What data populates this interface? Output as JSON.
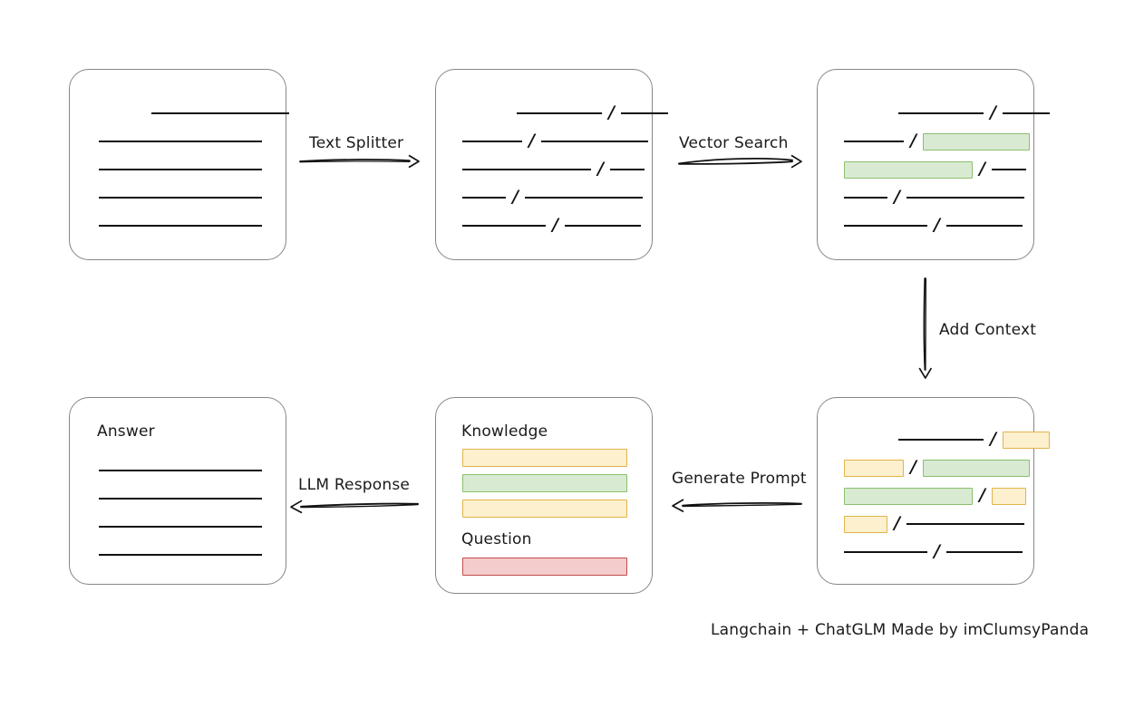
{
  "diagram": {
    "caption": "Langchain + ChatGLM Made by imClumsyPanda",
    "colors": {
      "box_border": "#868686",
      "line": "#111111",
      "green_fill": "#d9ead3",
      "green_border": "#8bbf6d",
      "yellow_fill": "#fdf0cf",
      "yellow_border": "#e0b44a",
      "red_fill": "#f4cccc",
      "red_border": "#c24c4c",
      "text": "#1a1a1a"
    },
    "arrows": [
      {
        "id": "text-splitter",
        "label": "Text Splitter",
        "direction": "right"
      },
      {
        "id": "vector-search",
        "label": "Vector Search",
        "direction": "right"
      },
      {
        "id": "add-context",
        "label": "Add Context",
        "direction": "down"
      },
      {
        "id": "generate-prompt",
        "label": "Generate Prompt",
        "direction": "left"
      },
      {
        "id": "llm-response",
        "label": "LLM Response",
        "direction": "left"
      }
    ],
    "boxes": {
      "source_document": {
        "id": "source-document",
        "rows": [
          {
            "segments": [
              {
                "type": "line",
                "indent": 58,
                "width": 152
              }
            ]
          },
          {
            "segments": [
              {
                "type": "line",
                "indent": 0,
                "width": 180
              }
            ]
          },
          {
            "segments": [
              {
                "type": "line",
                "indent": 0,
                "width": 180
              }
            ]
          },
          {
            "segments": [
              {
                "type": "line",
                "indent": 0,
                "width": 180
              }
            ]
          },
          {
            "segments": [
              {
                "type": "line",
                "indent": 0,
                "width": 180
              }
            ]
          }
        ]
      },
      "split_document": {
        "id": "split-document",
        "rows": [
          {
            "segments": [
              {
                "type": "line",
                "indent": 60,
                "width": 94
              },
              {
                "type": "slash"
              },
              {
                "type": "line",
                "width": 52
              }
            ]
          },
          {
            "segments": [
              {
                "type": "line",
                "indent": 0,
                "width": 66
              },
              {
                "type": "slash"
              },
              {
                "type": "line",
                "width": 118
              }
            ]
          },
          {
            "segments": [
              {
                "type": "line",
                "indent": 0,
                "width": 142
              },
              {
                "type": "slash"
              },
              {
                "type": "line",
                "width": 38
              }
            ]
          },
          {
            "segments": [
              {
                "type": "line",
                "indent": 0,
                "width": 48
              },
              {
                "type": "slash"
              },
              {
                "type": "line",
                "width": 130
              }
            ]
          },
          {
            "segments": [
              {
                "type": "line",
                "indent": 0,
                "width": 92
              },
              {
                "type": "slash"
              },
              {
                "type": "line",
                "width": 84
              }
            ]
          }
        ]
      },
      "retrieved_document": {
        "id": "retrieved-document",
        "rows": [
          {
            "segments": [
              {
                "type": "line",
                "indent": 60,
                "width": 94
              },
              {
                "type": "slash"
              },
              {
                "type": "line",
                "width": 52
              }
            ]
          },
          {
            "segments": [
              {
                "type": "line",
                "indent": 0,
                "width": 66
              },
              {
                "type": "slash"
              },
              {
                "type": "chip",
                "color": "green",
                "width": 118
              }
            ]
          },
          {
            "segments": [
              {
                "type": "chip",
                "color": "green",
                "indent": 0,
                "width": 142
              },
              {
                "type": "slash"
              },
              {
                "type": "line",
                "width": 38
              }
            ]
          },
          {
            "segments": [
              {
                "type": "line",
                "indent": 0,
                "width": 48
              },
              {
                "type": "slash"
              },
              {
                "type": "line",
                "width": 130
              }
            ]
          },
          {
            "segments": [
              {
                "type": "line",
                "indent": 0,
                "width": 92
              },
              {
                "type": "slash"
              },
              {
                "type": "line",
                "width": 84
              }
            ]
          }
        ]
      },
      "context_document": {
        "id": "context-document",
        "rows": [
          {
            "segments": [
              {
                "type": "line",
                "indent": 60,
                "width": 94
              },
              {
                "type": "slash"
              },
              {
                "type": "chip",
                "color": "yellow",
                "width": 52
              }
            ]
          },
          {
            "segments": [
              {
                "type": "chip",
                "color": "yellow",
                "indent": 0,
                "width": 66
              },
              {
                "type": "slash"
              },
              {
                "type": "chip",
                "color": "green",
                "width": 118
              }
            ]
          },
          {
            "segments": [
              {
                "type": "chip",
                "color": "green",
                "indent": 0,
                "width": 142
              },
              {
                "type": "slash"
              },
              {
                "type": "chip",
                "color": "yellow",
                "width": 38
              }
            ]
          },
          {
            "segments": [
              {
                "type": "chip",
                "color": "yellow",
                "indent": 0,
                "width": 48
              },
              {
                "type": "slash"
              },
              {
                "type": "line",
                "width": 130
              }
            ]
          },
          {
            "segments": [
              {
                "type": "line",
                "indent": 0,
                "width": 92
              },
              {
                "type": "slash"
              },
              {
                "type": "line",
                "width": 84
              }
            ]
          }
        ]
      },
      "prompt": {
        "id": "prompt-box",
        "knowledge_label": "Knowledge",
        "question_label": "Question",
        "knowledge_bars": [
          {
            "color": "yellow"
          },
          {
            "color": "green"
          },
          {
            "color": "yellow"
          }
        ],
        "question_bars": [
          {
            "color": "red"
          }
        ]
      },
      "answer": {
        "id": "answer-box",
        "label": "Answer",
        "rows": [
          {
            "segments": [
              {
                "type": "line",
                "indent": 0,
                "width": 180
              }
            ]
          },
          {
            "segments": [
              {
                "type": "line",
                "indent": 0,
                "width": 180
              }
            ]
          },
          {
            "segments": [
              {
                "type": "line",
                "indent": 0,
                "width": 180
              }
            ]
          },
          {
            "segments": [
              {
                "type": "line",
                "indent": 0,
                "width": 180
              }
            ]
          }
        ]
      }
    }
  }
}
